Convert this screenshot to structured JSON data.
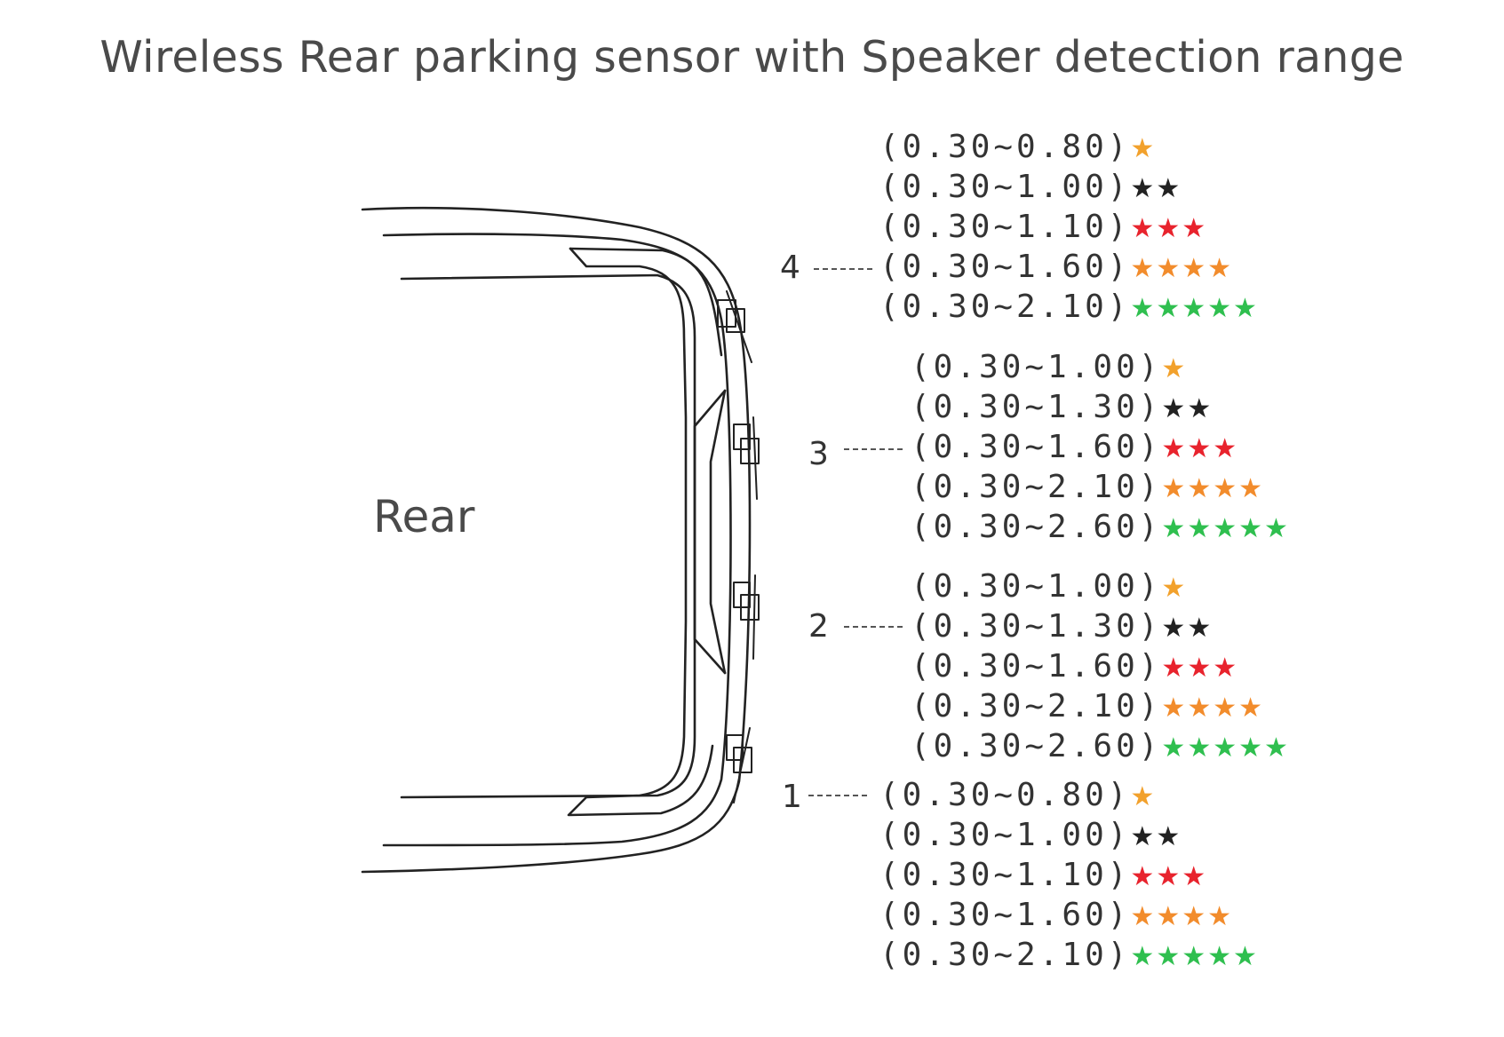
{
  "title": "Wireless Rear parking sensor with Speaker detection range",
  "car_label": "Rear",
  "colors": {
    "one_star": "#f2a12c",
    "two_star": "#222222",
    "three_star": "#e8232d",
    "four_star": "#f28c2c",
    "five_star": "#2fbf4f"
  },
  "sensors": [
    {
      "number": "4",
      "ranges": [
        {
          "text": "(0.30~0.80)",
          "stars": "★",
          "color": "#f2a12c"
        },
        {
          "text": "(0.30~1.00)",
          "stars": "★★",
          "color": "#222222"
        },
        {
          "text": "(0.30~1.10)",
          "stars": "★★★",
          "color": "#e8232d"
        },
        {
          "text": "(0.30~1.60)",
          "stars": "★★★★",
          "color": "#f28c2c"
        },
        {
          "text": "(0.30~2.10)",
          "stars": "★★★★★",
          "color": "#2fbf4f"
        }
      ]
    },
    {
      "number": "3",
      "ranges": [
        {
          "text": "(0.30~1.00)",
          "stars": "★",
          "color": "#f2a12c"
        },
        {
          "text": "(0.30~1.30)",
          "stars": "★★",
          "color": "#222222"
        },
        {
          "text": "(0.30~1.60)",
          "stars": "★★★",
          "color": "#e8232d"
        },
        {
          "text": "(0.30~2.10)",
          "stars": "★★★★",
          "color": "#f28c2c"
        },
        {
          "text": "(0.30~2.60)",
          "stars": "★★★★★",
          "color": "#2fbf4f"
        }
      ]
    },
    {
      "number": "2",
      "ranges": [
        {
          "text": "(0.30~1.00)",
          "stars": "★",
          "color": "#f2a12c"
        },
        {
          "text": "(0.30~1.30)",
          "stars": "★★",
          "color": "#222222"
        },
        {
          "text": "(0.30~1.60)",
          "stars": "★★★",
          "color": "#e8232d"
        },
        {
          "text": "(0.30~2.10)",
          "stars": "★★★★",
          "color": "#f28c2c"
        },
        {
          "text": "(0.30~2.60)",
          "stars": "★★★★★",
          "color": "#2fbf4f"
        }
      ]
    },
    {
      "number": "1",
      "ranges": [
        {
          "text": "(0.30~0.80)",
          "stars": "★",
          "color": "#f2a12c"
        },
        {
          "text": "(0.30~1.00)",
          "stars": "★★",
          "color": "#222222"
        },
        {
          "text": "(0.30~1.10)",
          "stars": "★★★",
          "color": "#e8232d"
        },
        {
          "text": "(0.30~1.60)",
          "stars": "★★★★",
          "color": "#f28c2c"
        },
        {
          "text": "(0.30~2.10)",
          "stars": "★★★★★",
          "color": "#2fbf4f"
        }
      ]
    }
  ]
}
